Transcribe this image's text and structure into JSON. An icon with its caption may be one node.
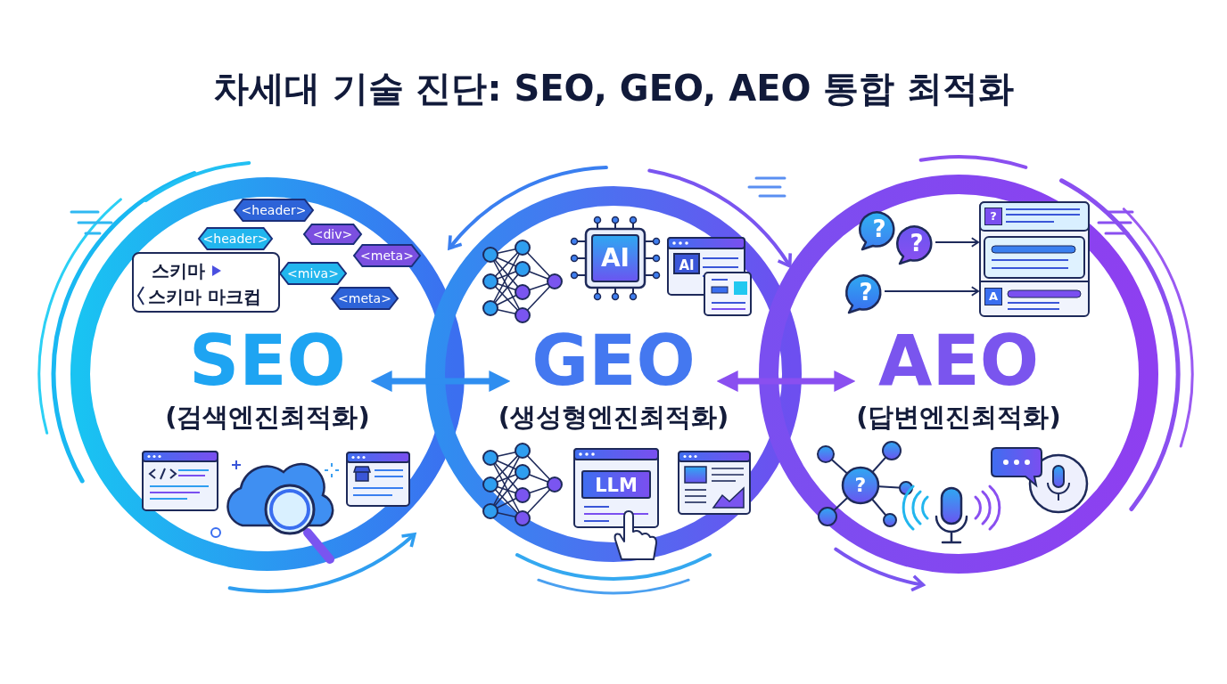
{
  "diagram": {
    "title": "차세대 기술 진단: SEO, GEO, AEO 통합 최적화",
    "nodes": [
      {
        "text": [
          "SEO",
          "(검색엔진최적화)"
        ]
      },
      {
        "text": [
          "GEO",
          "(생성형엔진최적화)"
        ]
      },
      {
        "text": [
          "AEO",
          "(답변엔진최적화)"
        ]
      },
      {
        "text": [
          "<header>"
        ],
        "in": 0
      },
      {
        "text": [
          "<header>"
        ],
        "in": 0
      },
      {
        "text": [
          "<div>"
        ],
        "in": 0
      },
      {
        "text": [
          "<meta>"
        ],
        "in": 0
      },
      {
        "text": [
          "<miva>"
        ],
        "in": 0
      },
      {
        "text": [
          "<meta>"
        ],
        "in": 0
      },
      {
        "text": [
          "스키마",
          "스키마 마크컵"
        ],
        "in": 0
      },
      {
        "text": [
          "AI"
        ],
        "in": 1
      },
      {
        "text": [
          "AI"
        ],
        "in": 1
      },
      {
        "text": [
          "LLM"
        ],
        "in": 1
      },
      {
        "text": [
          "?"
        ],
        "in": 2
      },
      {
        "text": [
          "?"
        ],
        "in": 2
      },
      {
        "text": [
          "?"
        ],
        "in": 2
      },
      {
        "text": [
          "?",
          "A"
        ],
        "in": 2
      },
      {
        "text": [
          "?"
        ],
        "in": 2
      }
    ],
    "edges": [
      {
        "from": 0,
        "to": 1,
        "arrow": "both",
        "style": "thick",
        "color": "#2f8ef0"
      },
      {
        "from": 1,
        "to": 2,
        "arrow": "both",
        "style": "thick",
        "color": "#8a4ff0"
      },
      {
        "from": 14,
        "to": 16,
        "arrow": "to"
      },
      {
        "from": 15,
        "to": 16,
        "arrow": "to"
      }
    ]
  }
}
